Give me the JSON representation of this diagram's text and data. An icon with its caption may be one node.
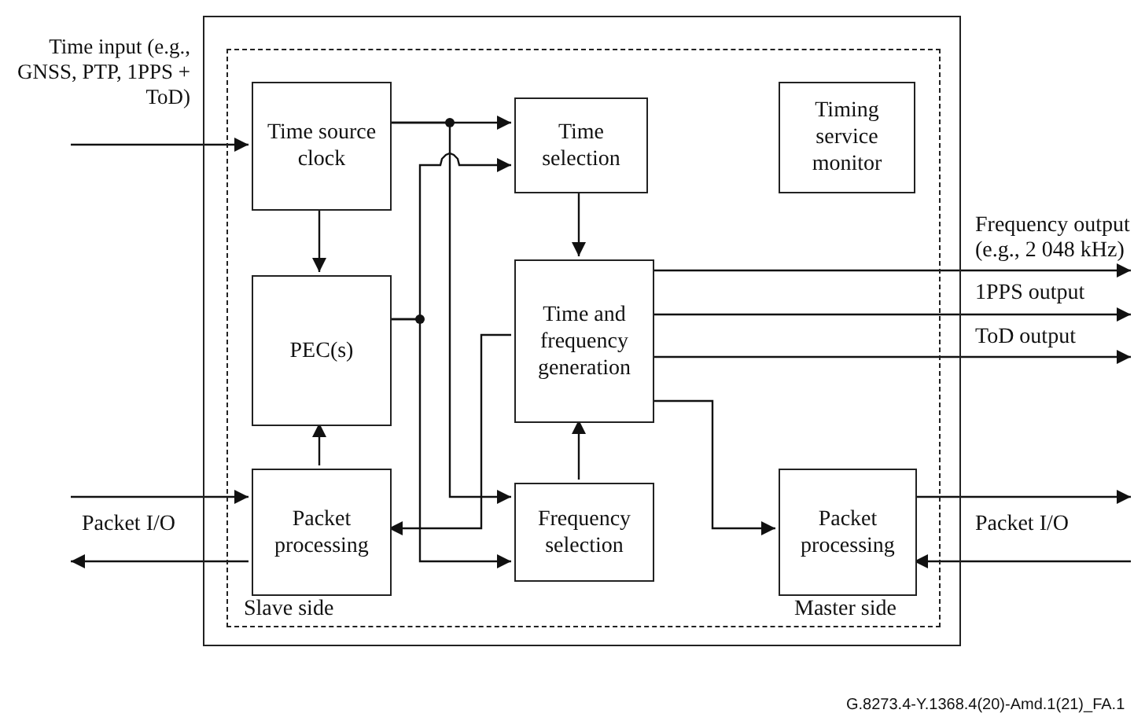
{
  "diagram": {
    "caption": "G.8273.4-Y.1368.4(20)-Amd.1(21)_FA.1",
    "nodes": [
      {
        "text": [],
        "shape": "box"
      },
      {
        "text": [],
        "shape": "box",
        "in": 0
      },
      {
        "text": [
          "Time source clock"
        ],
        "in": 1
      },
      {
        "text": [
          "PEC(s)"
        ],
        "in": 1
      },
      {
        "text": [
          "Packet processing"
        ],
        "in": 1
      },
      {
        "text": [
          "Time selection"
        ],
        "in": 1
      },
      {
        "text": [
          "Time and frequency generation"
        ],
        "in": 1
      },
      {
        "text": [
          "Frequency selection"
        ],
        "in": 1
      },
      {
        "text": [
          "Timing service monitor"
        ],
        "in": 1
      },
      {
        "text": [
          "Packet processing"
        ],
        "in": 1
      }
    ],
    "edges": [
      {
        "from": null,
        "to": 2,
        "arrow": "to",
        "label": "Time input (e.g., GNSS, PTP, 1PPS + ToD)"
      },
      {
        "from": 2,
        "to": 5,
        "arrow": "to"
      },
      {
        "from": 2,
        "to": 7,
        "arrow": "to"
      },
      {
        "from": 2,
        "to": 3,
        "arrow": "to"
      },
      {
        "from": 3,
        "to": 5,
        "arrow": "to"
      },
      {
        "from": 3,
        "to": 7,
        "arrow": "to"
      },
      {
        "from": 4,
        "to": 3,
        "arrow": "to"
      },
      {
        "from": 5,
        "to": 6,
        "arrow": "to"
      },
      {
        "from": 7,
        "to": 6,
        "arrow": "to"
      },
      {
        "from": 6,
        "to": 4,
        "arrow": "to"
      },
      {
        "from": 6,
        "to": 9,
        "arrow": "to"
      },
      {
        "from": 6,
        "to": null,
        "arrow": "to",
        "label": "Frequency output (e.g., 2 048 kHz)"
      },
      {
        "from": 6,
        "to": null,
        "arrow": "to",
        "label": "1PPS output"
      },
      {
        "from": 6,
        "to": null,
        "arrow": "to",
        "label": "ToD output"
      },
      {
        "from": null,
        "to": 4,
        "arrow": "to"
      },
      {
        "from": 4,
        "to": null,
        "arrow": "to"
      },
      {
        "from": 9,
        "to": null,
        "arrow": "to"
      },
      {
        "from": null,
        "to": 9,
        "arrow": "to"
      }
    ],
    "labels": [
      "Packet I/O",
      "Packet I/O",
      "Slave side",
      "Master side"
    ]
  }
}
